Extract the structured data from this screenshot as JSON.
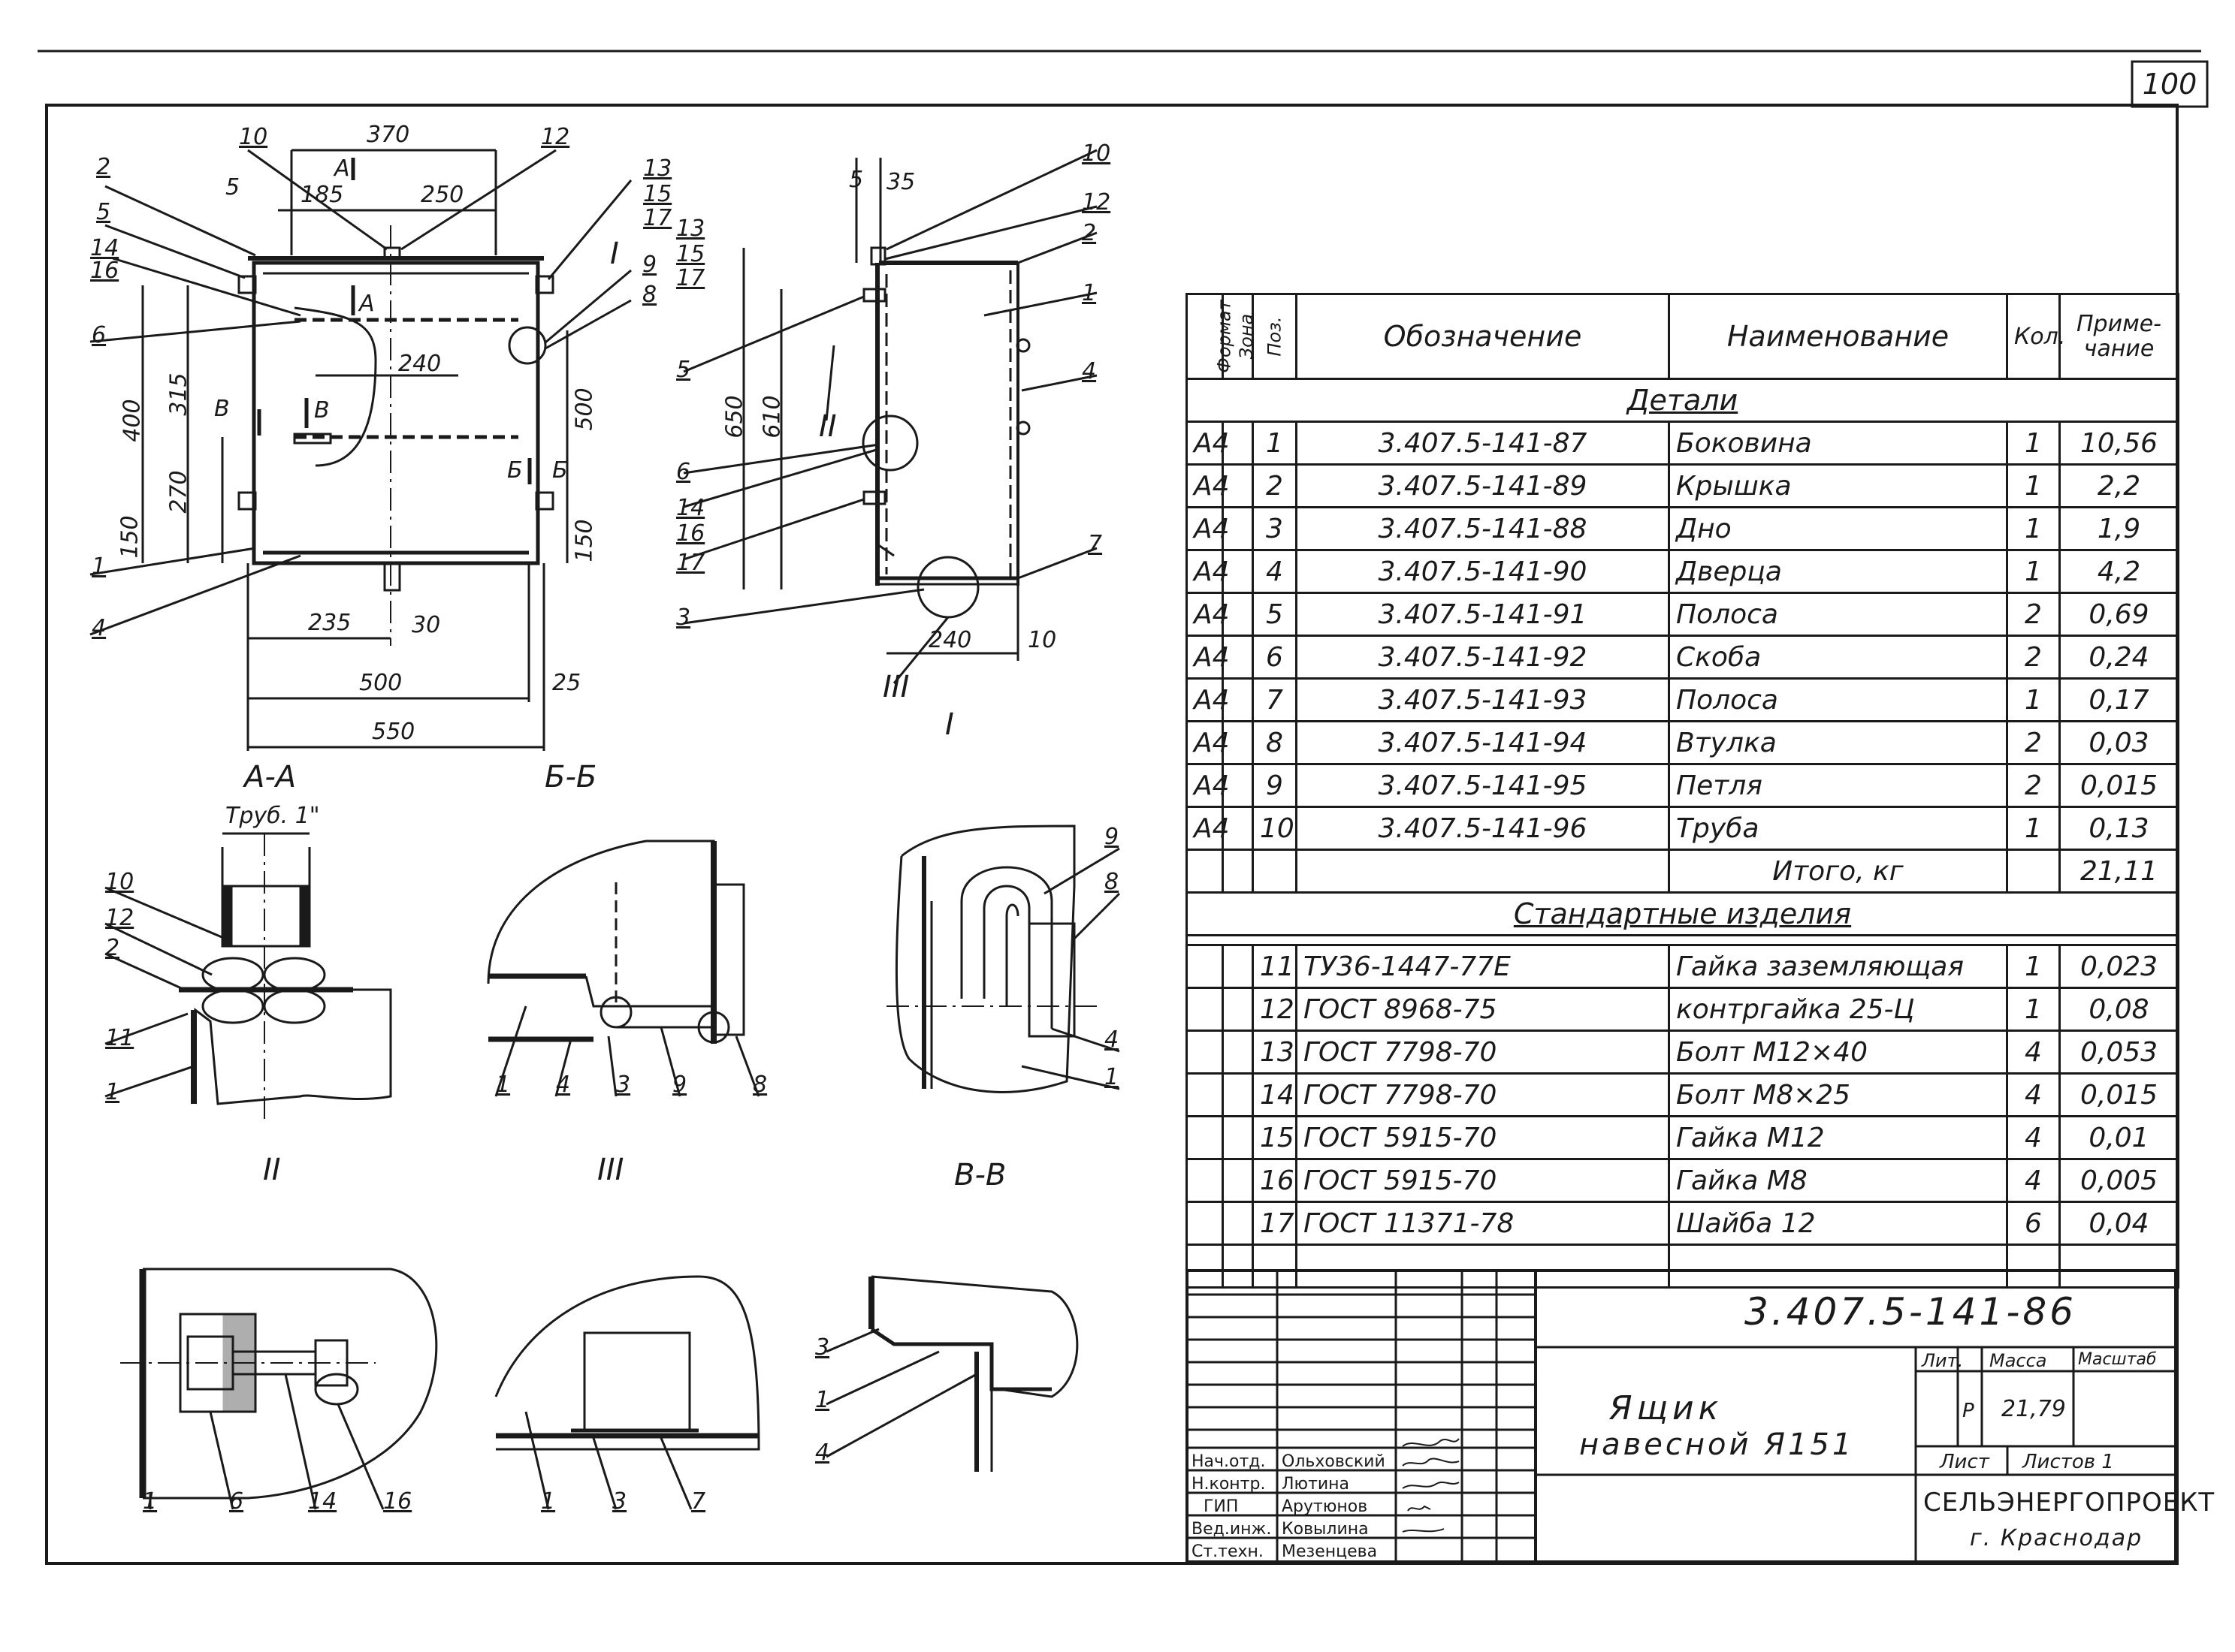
{
  "sheet_number": "100",
  "views": {
    "section_aa": "А-А",
    "section_bb": "Б-Б",
    "detail_1": "I",
    "detail_2": "II",
    "detail_3": "III",
    "section_vv": "В-В",
    "pipe_label": "Труб. 1\""
  },
  "front_dimensions": {
    "width_370": "370",
    "d185": "185",
    "d250": "250",
    "d5": "5",
    "d240": "240",
    "d400": "400",
    "d315": "315",
    "d270": "270",
    "d150_left": "150",
    "d500_right": "500",
    "d150_right": "150",
    "d235": "235",
    "d30": "30",
    "d500_bottom": "500",
    "d25": "25",
    "d550": "550",
    "section_a": "А",
    "section_b": "Б",
    "section_v": "В"
  },
  "front_positions": [
    "10",
    "12",
    "2",
    "5",
    "14",
    "16",
    "6",
    "1",
    "4",
    "13",
    "15",
    "17",
    "9",
    "8"
  ],
  "side_dimensions": {
    "d5": "5",
    "d35": "35",
    "d650": "650",
    "d610": "610",
    "d240": "240",
    "d10": "10"
  },
  "side_positions": [
    "10",
    "12",
    "2",
    "1",
    "4",
    "13",
    "15",
    "17",
    "5",
    "6",
    "14",
    "16",
    "17",
    "3",
    "7"
  ],
  "detail_positions": {
    "d2": [
      "10",
      "12",
      "2",
      "11",
      "1"
    ],
    "d3": [
      "1",
      "4",
      "3",
      "9",
      "8"
    ],
    "vv": [
      "9",
      "8",
      "4",
      "1"
    ],
    "b1": [
      "1",
      "6",
      "14",
      "16"
    ],
    "b2": [
      "1",
      "3",
      "7"
    ],
    "b3": [
      "3",
      "1",
      "4"
    ]
  },
  "spec": {
    "headers": {
      "format": "Формат",
      "zone": "Зона",
      "pos": "Поз.",
      "designation": "Обозначение",
      "name": "Наименование",
      "qty": "Кол.",
      "note": "Приме-чание"
    },
    "section_parts": "Детали",
    "parts": [
      {
        "format": "А4",
        "pos": "1",
        "designation": "3.407.5-141-87",
        "name": "Боковина",
        "qty": "1",
        "note": "10,56"
      },
      {
        "format": "А4",
        "pos": "2",
        "designation": "3.407.5-141-89",
        "name": "Крышка",
        "qty": "1",
        "note": "2,2"
      },
      {
        "format": "А4",
        "pos": "3",
        "designation": "3.407.5-141-88",
        "name": "Дно",
        "qty": "1",
        "note": "1,9"
      },
      {
        "format": "А4",
        "pos": "4",
        "designation": "3.407.5-141-90",
        "name": "Дверца",
        "qty": "1",
        "note": "4,2"
      },
      {
        "format": "А4",
        "pos": "5",
        "designation": "3.407.5-141-91",
        "name": "Полоса",
        "qty": "2",
        "note": "0,69"
      },
      {
        "format": "А4",
        "pos": "6",
        "designation": "3.407.5-141-92",
        "name": "Скоба",
        "qty": "2",
        "note": "0,24"
      },
      {
        "format": "А4",
        "pos": "7",
        "designation": "3.407.5-141-93",
        "name": "Полоса",
        "qty": "1",
        "note": "0,17"
      },
      {
        "format": "А4",
        "pos": "8",
        "designation": "3.407.5-141-94",
        "name": "Втулка",
        "qty": "2",
        "note": "0,03"
      },
      {
        "format": "А4",
        "pos": "9",
        "designation": "3.407.5-141-95",
        "name": "Петля",
        "qty": "2",
        "note": "0,015"
      },
      {
        "format": "А4",
        "pos": "10",
        "designation": "3.407.5-141-96",
        "name": "Труба",
        "qty": "1",
        "note": "0,13"
      }
    ],
    "total_label": "Итого, кг",
    "total_value": "21,11",
    "section_std": "Стандартные изделия",
    "std": [
      {
        "pos": "11",
        "designation": "ТУ36-1447-77Е",
        "name": "Гайка заземляющая",
        "qty": "1",
        "note": "0,023"
      },
      {
        "pos": "12",
        "designation": "ГОСТ 8968-75",
        "name": "контргайка 25-Ц",
        "qty": "1",
        "note": "0,08"
      },
      {
        "pos": "13",
        "designation": "ГОСТ 7798-70",
        "name": "Болт М12×40",
        "qty": "4",
        "note": "0,053"
      },
      {
        "pos": "14",
        "designation": "ГОСТ 7798-70",
        "name": "Болт М8×25",
        "qty": "4",
        "note": "0,015"
      },
      {
        "pos": "15",
        "designation": "ГОСТ 5915-70",
        "name": "Гайка М12",
        "qty": "4",
        "note": "0,01"
      },
      {
        "pos": "16",
        "designation": "ГОСТ 5915-70",
        "name": "Гайка М8",
        "qty": "4",
        "note": "0,005"
      },
      {
        "pos": "17",
        "designation": "ГОСТ 11371-78",
        "name": "Шайба 12",
        "qty": "6",
        "note": "0,04"
      }
    ]
  },
  "title_block": {
    "code": "3.407.5-141-86",
    "title_line1": "Ящик",
    "title_line2": "навесной Я151",
    "lit_label": "Лит.",
    "mass_label": "Масса",
    "scale_label": "Масштаб",
    "lit_value": "Р",
    "mass_value": "21,79",
    "sheet_label": "Лист",
    "sheets_label": "Листов 1",
    "org": "СЕЛЬЭНЕРГОПРОЕКТ",
    "city": "г. Краснодар",
    "signatures": [
      {
        "role": "Нач.отд.",
        "name": "Ольховский"
      },
      {
        "role": "Н.контр.",
        "name": "Лютина"
      },
      {
        "role": "ГИП",
        "name": "Арутюнов"
      },
      {
        "role": "Вед.инж.",
        "name": "Ковылина"
      },
      {
        "role": "Ст.техн.",
        "name": "Мезенцева"
      }
    ]
  }
}
